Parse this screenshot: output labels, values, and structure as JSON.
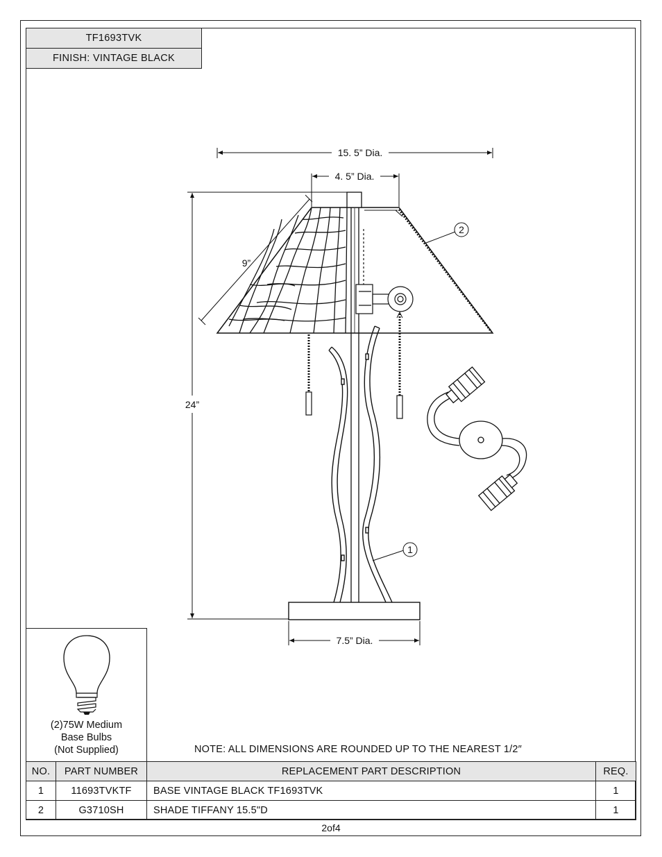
{
  "header": {
    "model": "TF1693TVK",
    "finish": "FINISH: VINTAGE BLACK"
  },
  "dimensions": {
    "shade_bottom": "15. 5” Dia.",
    "shade_top": "4. 5” Dia.",
    "shade_slant": "9”",
    "height": "24”",
    "base": "7.5” Dia."
  },
  "callouts": {
    "base": "1",
    "shade": "2"
  },
  "bulb": {
    "line1": "(2)75W Medium",
    "line2": "Base Bulbs",
    "line3": "(Not Supplied)"
  },
  "note": "NOTE:  ALL DIMENSIONS ARE ROUNDED UP TO THE NEAREST  1/2″",
  "parts_table": {
    "headers": [
      "NO.",
      "PART NUMBER",
      "REPLACEMENT PART DESCRIPTION",
      "REQ."
    ],
    "rows": [
      {
        "no": "1",
        "part_number": "11693TVKTF",
        "description": "BASE VINTAGE BLACK TF1693TVK",
        "req": "1"
      },
      {
        "no": "2",
        "part_number": "G3710SH",
        "description": "SHADE TIFFANY 15.5\"D",
        "req": "1"
      }
    ]
  },
  "page_number": "2of4"
}
